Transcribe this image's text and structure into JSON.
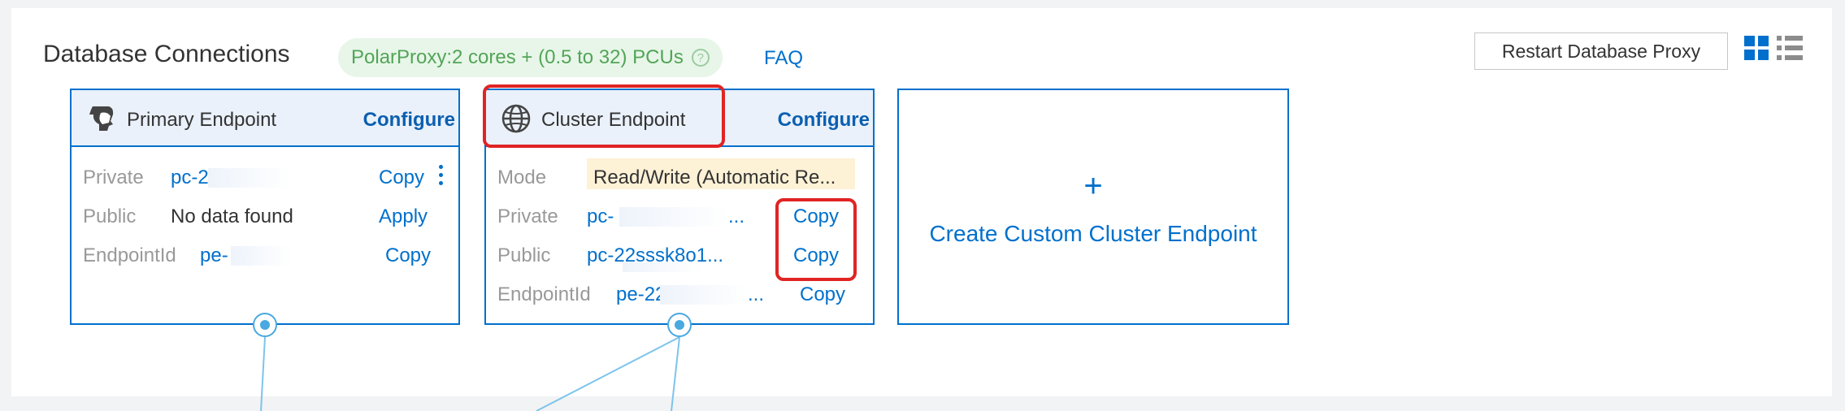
{
  "header": {
    "title": "Database Connections",
    "proxy_badge": "PolarProxy:2 cores + (0.5 to 32) PCUs",
    "help_icon": "question-circle-icon",
    "faq_label": "FAQ",
    "restart_label": "Restart Database Proxy",
    "view_icons": [
      "grid-view-icon",
      "list-view-icon"
    ]
  },
  "primary": {
    "title": "Primary Endpoint",
    "icon": "primary-endpoint-icon",
    "configure_label": "Configure",
    "rows": [
      {
        "label": "Private",
        "value": "pc-2",
        "action": "Copy"
      },
      {
        "label": "Public",
        "value": "No data found",
        "action": "Apply"
      },
      {
        "label": "EndpointId",
        "value": "pe-",
        "action": "Copy"
      }
    ]
  },
  "cluster": {
    "title": "Cluster Endpoint",
    "icon": "globe-icon",
    "configure_label": "Configure",
    "mode_label": "Mode",
    "mode_value": "Read/Write (Automatic Re...",
    "rows": [
      {
        "label": "Private",
        "value": "pc-",
        "suffix": "...",
        "action": "Copy"
      },
      {
        "label": "Public",
        "value": "pc-22sssk8o1...",
        "action": "Copy"
      },
      {
        "label": "EndpointId",
        "value": "pe-22",
        "suffix": "...",
        "action": "Copy"
      }
    ]
  },
  "create": {
    "plus": "+",
    "label": "Create Custom Cluster Endpoint"
  },
  "colors": {
    "accent": "#0070cc",
    "highlight": "#e02424",
    "badge_bg": "#e8f6e9",
    "badge_text": "#52a557",
    "mode_bg": "#fdf1d6"
  }
}
